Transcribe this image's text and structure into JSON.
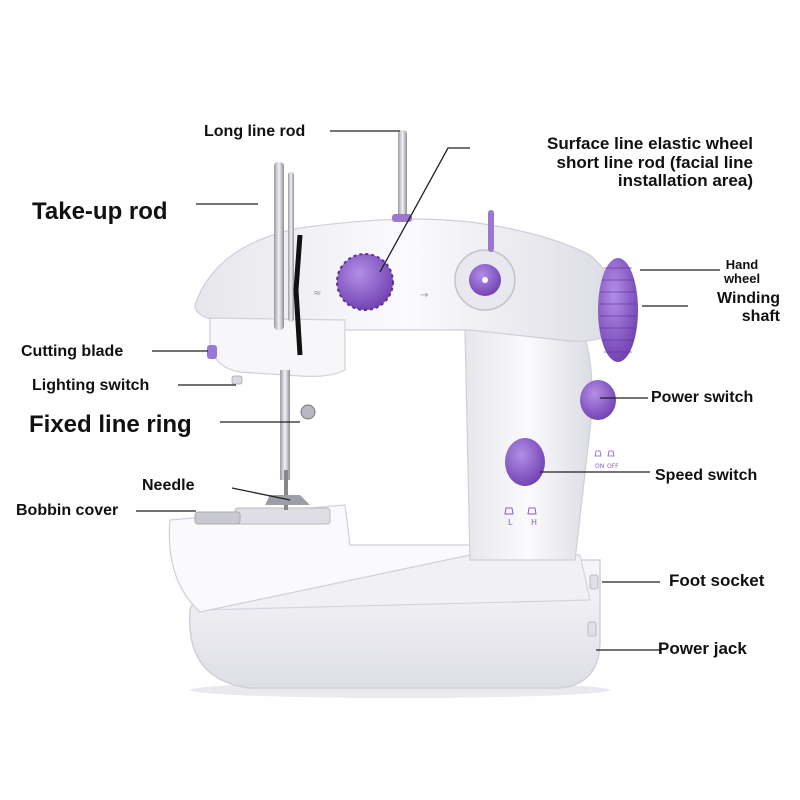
{
  "labels": {
    "long_line_rod": "Long line rod",
    "surface_wheel_line1": "Surface line elastic wheel",
    "surface_wheel_line2": "short line rod (facial line",
    "surface_wheel_line3": "installation area)",
    "take_up_rod": "Take-up rod",
    "hand_wheel_line1": "Hand",
    "hand_wheel_line2": "wheel",
    "winding_shaft_line1": "Winding",
    "winding_shaft_line2": "shaft",
    "cutting_blade": "Cutting blade",
    "lighting_switch": "Lighting switch",
    "fixed_line_ring": "Fixed line ring",
    "power_switch": "Power switch",
    "needle": "Needle",
    "bobbin_cover": "Bobbin cover",
    "speed_switch": "Speed switch",
    "foot_socket": "Foot socket",
    "power_jack": "Power jack"
  },
  "machine_marks": {
    "speed_low": "L",
    "speed_high": "H",
    "power_on": "ON",
    "power_off": "OFF"
  },
  "colors": {
    "accent_purple": "#8a5cc8",
    "body_white": "#f4f4f7",
    "shadow_grey": "#d7d7df",
    "leader_line": "#222222"
  }
}
